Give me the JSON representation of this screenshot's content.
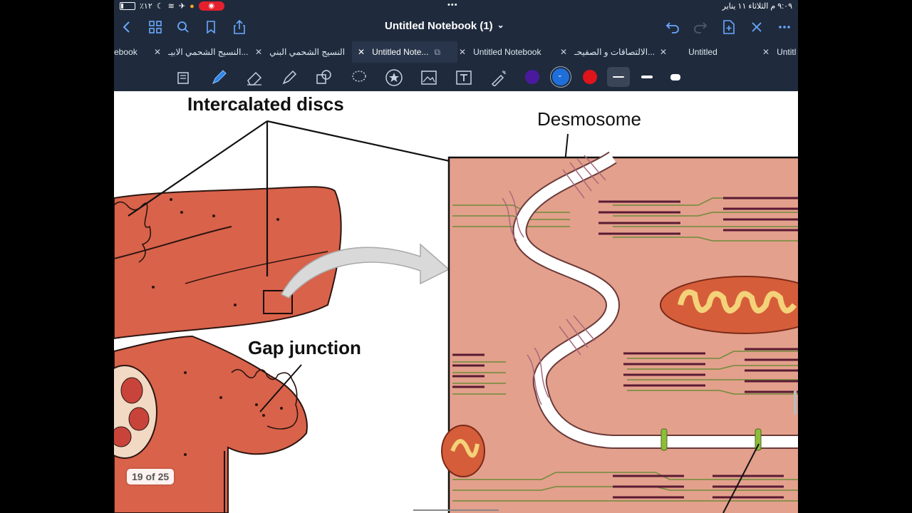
{
  "status": {
    "time_date": "٩:٠٩ م   الثلاثاء ١١ يناير",
    "battery": "٪١٢",
    "dots": "•••"
  },
  "nav": {
    "title": "Untitled Notebook (1)",
    "title_chevron": "⌄"
  },
  "tabs": [
    {
      "label": "ebook"
    },
    {
      "label": "النسيج الشحمي الابيـ..."
    },
    {
      "label": "النسيج الشحمي البني"
    },
    {
      "label": "Untitled Note..."
    },
    {
      "label": "Untitled Notebook"
    },
    {
      "label": "الالتصاقات و الصفيحـ..."
    },
    {
      "label": "Untitled"
    },
    {
      "label": "Untitl"
    }
  ],
  "toolbar": {
    "colors": [
      "#4a1a9e",
      "#1e6fd9",
      "#e0141b"
    ],
    "selected_color_index": 1
  },
  "diagram": {
    "label_intercalated": "Intercalated discs",
    "label_desmosome": "Desmosome",
    "label_gap": "Gap junction"
  },
  "page_indicator": "19 of 25"
}
